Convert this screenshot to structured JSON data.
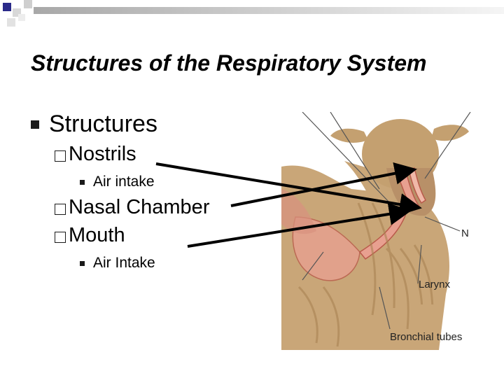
{
  "slide": {
    "title": "Structures of the Respiratory System",
    "bullets": {
      "level1": "Structures",
      "nostrils": "Nostrils",
      "nostrils_sub": "Air intake",
      "nasal_chamber": "Nasal Chamber",
      "mouth": "Mouth",
      "mouth_sub": "Air Intake"
    }
  },
  "figure": {
    "labels": {
      "larynx": "Larynx",
      "bronchial_tubes": "Bronchial tubes",
      "cut_off_label": "N"
    }
  },
  "colors": {
    "arrow": "#000000",
    "deco_bar": "#c8c8c8",
    "sheep_fur": "#c9a678",
    "respiratory": "#e8a090"
  }
}
